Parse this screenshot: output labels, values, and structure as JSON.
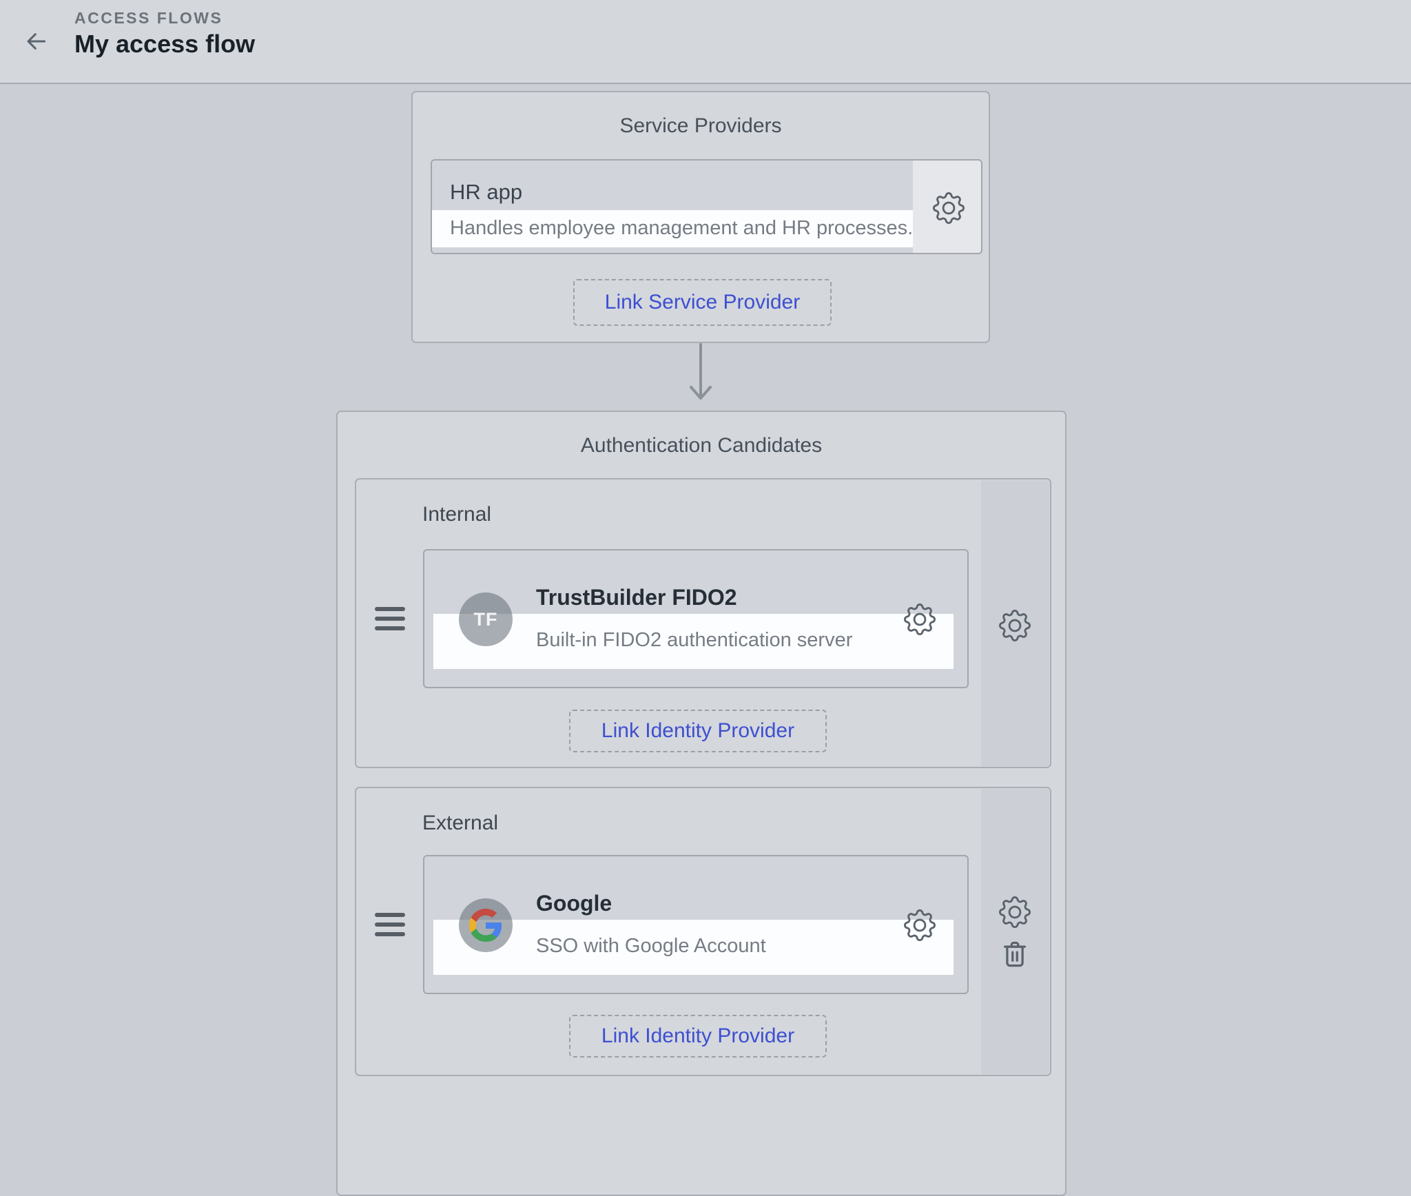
{
  "header": {
    "eyebrow": "ACCESS FLOWS",
    "title": "My access flow",
    "back_icon": "left-arrow"
  },
  "service_providers": {
    "title": "Service Providers",
    "card": {
      "name": "HR app",
      "description": "Handles employee management and HR processes.",
      "gear_icon": "gear"
    },
    "link_button": "Link Service Provider"
  },
  "connector": "arrow-down",
  "authentication_candidates": {
    "title": "Authentication Candidates",
    "internal": {
      "label": "Internal",
      "card": {
        "avatar_text": "TF",
        "name": "TrustBuilder FIDO2",
        "description": "Built-in FIDO2 authentication server",
        "gear_icon": "gear"
      },
      "strip_icons": [
        "gear"
      ],
      "link_button": "Link Identity Provider"
    },
    "external": {
      "label": "External",
      "card": {
        "name": "Google",
        "description": "SSO with Google Account",
        "gear_icon": "gear"
      },
      "strip_icons": [
        "gear",
        "trash"
      ],
      "link_button": "Link Identity Provider"
    }
  },
  "colors": {
    "canvas-bg": "#cbced4",
    "header-bg": "#d4d7dc",
    "header-border": "#a7abb0",
    "box-bg": "#d4d7dc",
    "box-border": "#aaaeb4",
    "card-bg": "#d1d4da",
    "card-border": "#a2a7ae",
    "strip-bg": "#cccfd6",
    "dash-border": "#9aa0a7",
    "accent": "#3d4fd0",
    "google_red": "#c44b40",
    "google_yellow": "#ecb02b",
    "google_green": "#3fa257",
    "google_blue": "#4a82ea"
  }
}
